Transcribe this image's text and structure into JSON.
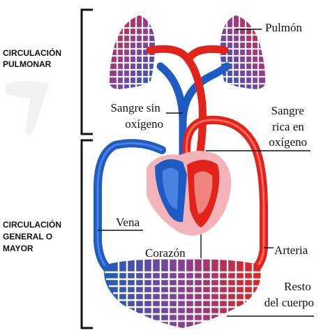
{
  "sections": {
    "pulmonary": [
      "CIRCULACIÓN",
      "PULMONAR"
    ],
    "systemic": [
      "CIRCULACIÓN",
      "GENERAL O",
      "MAYOR"
    ]
  },
  "labels": {
    "lung": "Pulmón",
    "deoxygenated": [
      "Sangre sin",
      "oxígeno"
    ],
    "oxygenated": [
      "Sangre",
      "rica en",
      "oxígeno"
    ],
    "vein": "Vena",
    "heart": "Corazón",
    "artery": "Arteria",
    "rest_of_body": [
      "Resto",
      "del cuerpo"
    ]
  },
  "colors": {
    "oxygenated": "#e2231a",
    "deoxygenated": "#1f5bc4",
    "mixed": "#8a3f96",
    "heart_sac": "#f4b3b8"
  }
}
